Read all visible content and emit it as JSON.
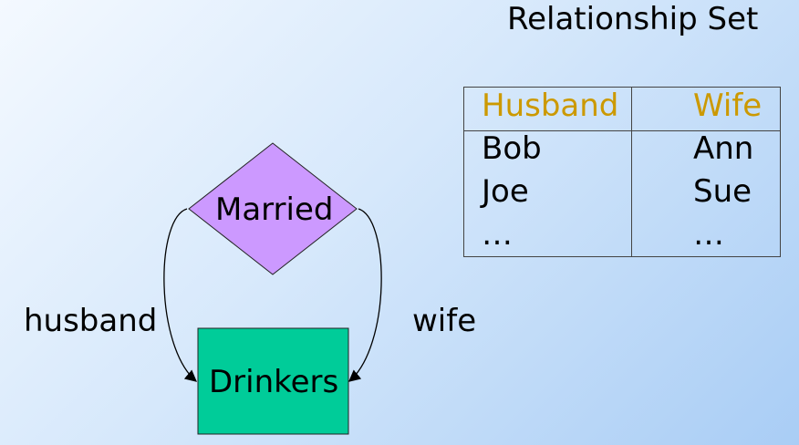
{
  "title": "Relationship Set",
  "diagram": {
    "relationship": "Married",
    "entity": "Drinkers",
    "roles": [
      "husband",
      "wife"
    ],
    "colors": {
      "relationship": "#cc99ff",
      "entity": "#00cc99",
      "header": "#cc9900"
    }
  },
  "table": {
    "headers": [
      "Husband",
      "Wife"
    ],
    "rows": [
      [
        "Bob",
        "Ann"
      ],
      [
        "Joe",
        "Sue"
      ],
      [
        "…",
        "…"
      ]
    ]
  }
}
